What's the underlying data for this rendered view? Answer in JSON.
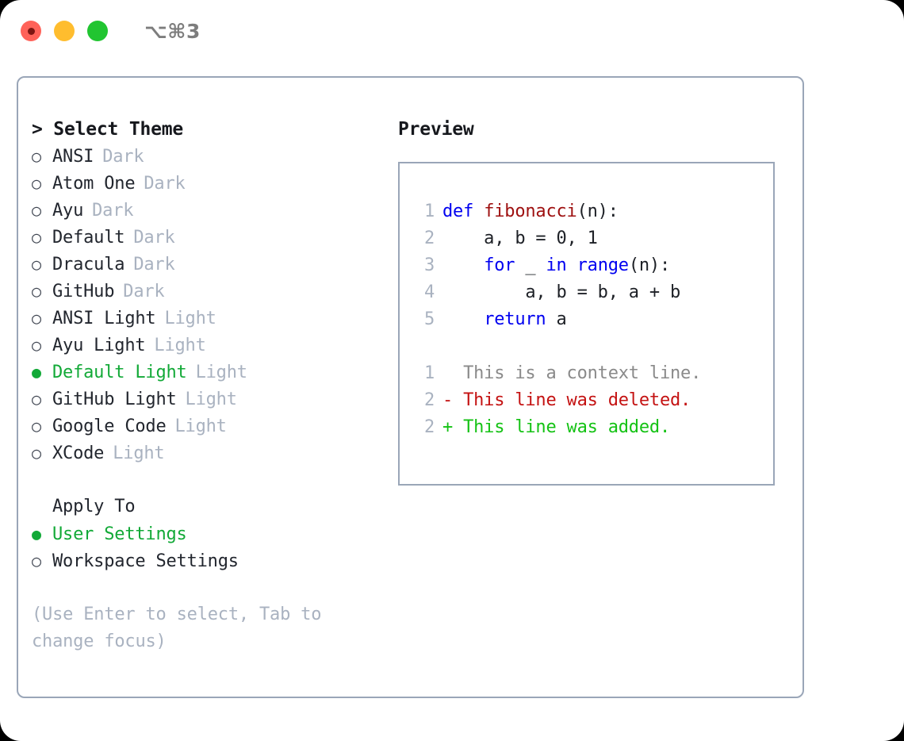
{
  "window": {
    "title": "⌥⌘3",
    "traffic_lights": [
      {
        "name": "close",
        "color": "#ff6259"
      },
      {
        "name": "minimize",
        "color": "#ffbd2e"
      },
      {
        "name": "maximize",
        "color": "#21c531"
      }
    ]
  },
  "theme_panel": {
    "header": "> Select Theme",
    "options": [
      {
        "marker": "○",
        "label": "ANSI",
        "badge": "Dark",
        "selected": false
      },
      {
        "marker": "○",
        "label": "Atom One",
        "badge": "Dark",
        "selected": false
      },
      {
        "marker": "○",
        "label": "Ayu",
        "badge": "Dark",
        "selected": false
      },
      {
        "marker": "○",
        "label": "Default",
        "badge": "Dark",
        "selected": false
      },
      {
        "marker": "○",
        "label": "Dracula",
        "badge": "Dark",
        "selected": false
      },
      {
        "marker": "○",
        "label": "GitHub",
        "badge": "Dark",
        "selected": false
      },
      {
        "marker": "○",
        "label": "ANSI Light",
        "badge": "Light",
        "selected": false
      },
      {
        "marker": "○",
        "label": "Ayu Light",
        "badge": "Light",
        "selected": false
      },
      {
        "marker": "●",
        "label": "Default Light",
        "badge": "Light",
        "selected": true
      },
      {
        "marker": "○",
        "label": "GitHub Light",
        "badge": "Light",
        "selected": false
      },
      {
        "marker": "○",
        "label": "Google Code",
        "badge": "Light",
        "selected": false
      },
      {
        "marker": "○",
        "label": "XCode",
        "badge": "Light",
        "selected": false
      }
    ],
    "apply_to": {
      "header": "Apply To",
      "options": [
        {
          "marker": "●",
          "label": "User Settings",
          "selected": true
        },
        {
          "marker": "○",
          "label": "Workspace Settings",
          "selected": false
        }
      ]
    },
    "hint": "(Use Enter to select, Tab to change focus)"
  },
  "preview": {
    "title": "Preview",
    "code_lines": [
      {
        "no": "1",
        "segments": [
          {
            "t": "def ",
            "c": "kw"
          },
          {
            "t": "fibonacci",
            "c": "fn"
          },
          {
            "t": "(n):",
            "c": "pl"
          }
        ]
      },
      {
        "no": "2",
        "segments": [
          {
            "t": "    a, b = 0, 1",
            "c": "pl"
          }
        ]
      },
      {
        "no": "3",
        "segments": [
          {
            "t": "    ",
            "c": "pl"
          },
          {
            "t": "for",
            "c": "kw"
          },
          {
            "t": " _ ",
            "c": "pl"
          },
          {
            "t": "in",
            "c": "kw"
          },
          {
            "t": " ",
            "c": "pl"
          },
          {
            "t": "range",
            "c": "kw"
          },
          {
            "t": "(n):",
            "c": "pl"
          }
        ]
      },
      {
        "no": "4",
        "segments": [
          {
            "t": "        a, b = b, a + b",
            "c": "pl"
          }
        ]
      },
      {
        "no": "5",
        "segments": [
          {
            "t": "    ",
            "c": "pl"
          },
          {
            "t": "return",
            "c": "kw"
          },
          {
            "t": " a",
            "c": "pl"
          }
        ]
      }
    ],
    "diff_lines": [
      {
        "no": "1",
        "text": "  This is a context line.",
        "kind": "ctx"
      },
      {
        "no": "2",
        "text": "- This line was deleted.",
        "kind": "del"
      },
      {
        "no": "2",
        "text": "+ This line was added.",
        "kind": "add"
      }
    ]
  },
  "colors": {
    "accent_green": "#12a937",
    "muted": "#a9b2c0",
    "border": "#9aa6b8",
    "keyword_blue": "#0000f0",
    "function_red": "#9e1010",
    "diff_add": "#14c214",
    "diff_del": "#c41212"
  }
}
